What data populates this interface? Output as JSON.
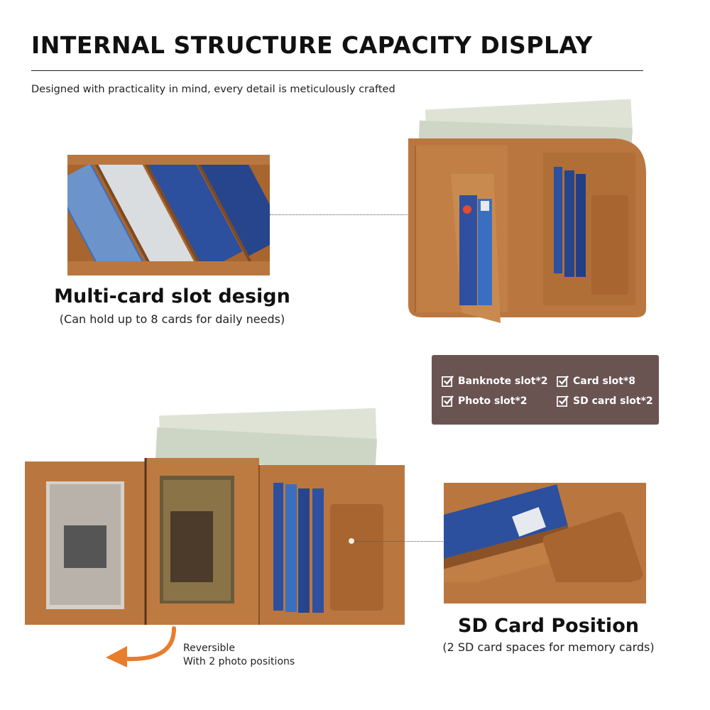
{
  "header": {
    "title": "INTERNAL STRUCTURE CAPACITY DISPLAY",
    "subtitle": "Designed with practicality in mind, every detail is meticulously crafted"
  },
  "callouts": {
    "multi_card": {
      "title": "Multi-card slot design",
      "subtitle": "(Can hold up to 8 cards for daily needs)"
    },
    "sd_card": {
      "title": "SD Card Position",
      "subtitle": "(2 SD card spaces for memory cards)"
    }
  },
  "features": [
    {
      "label": "Banknote slot*2"
    },
    {
      "label": "Card slot*8"
    },
    {
      "label": "Photo slot*2"
    },
    {
      "label": "SD card slot*2"
    }
  ],
  "reversible_note": {
    "line1": "Reversible",
    "line2": "With 2 photo positions"
  },
  "colors": {
    "leather": "#b9773f",
    "leather_dark": "#8a5226",
    "feature_box": "#6a5452",
    "arrow": "#e87d2c",
    "card_blue": "#2f4fa0"
  }
}
